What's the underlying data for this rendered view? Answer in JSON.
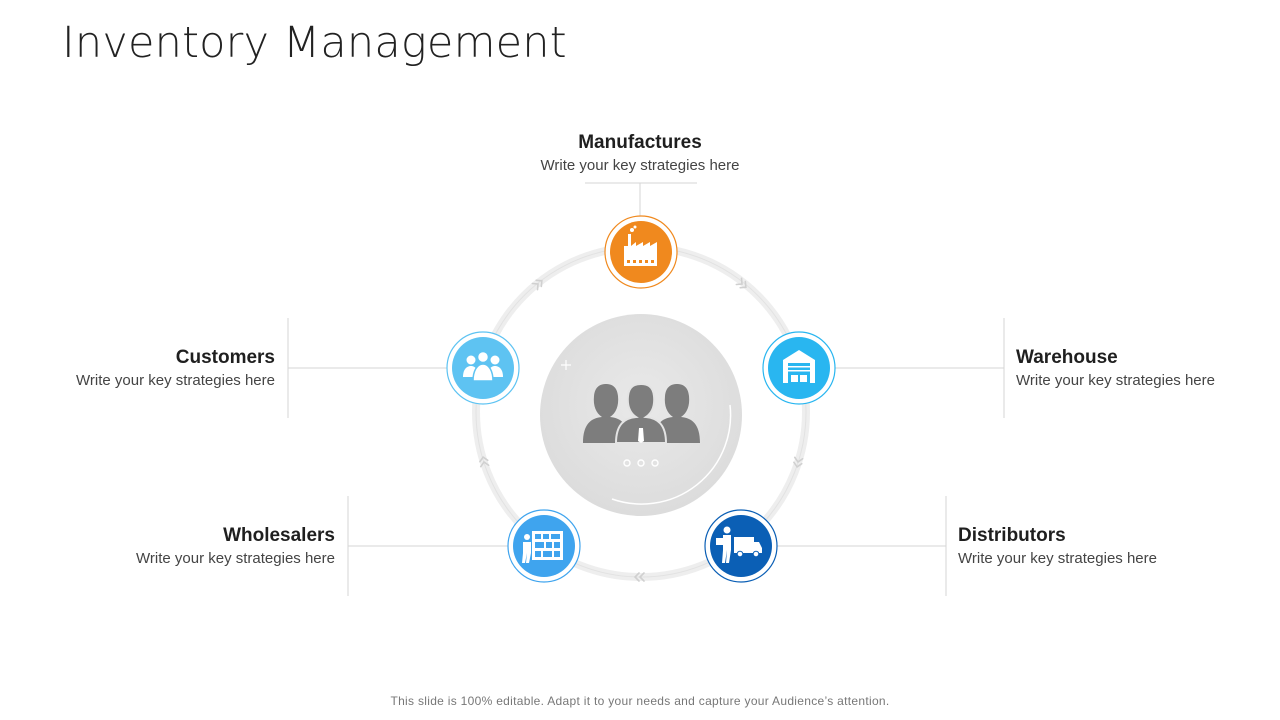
{
  "title": "Inventory Management",
  "nodes": {
    "manufactures": {
      "title": "Manufactures",
      "text": "Write your key strategies here",
      "color": "#F0891E",
      "icon": "factory-icon"
    },
    "warehouse": {
      "title": "Warehouse",
      "text": "Write your key strategies here",
      "color": "#29B6F0",
      "icon": "warehouse-icon"
    },
    "distributors": {
      "title": "Distributors",
      "text": "Write your key strategies here",
      "color": "#0B5FB5",
      "icon": "delivery-van-icon"
    },
    "wholesalers": {
      "title": "Wholesalers",
      "text": "Write your key strategies here",
      "color": "#3FA4EE",
      "icon": "wholesale-shelf-icon"
    },
    "customers": {
      "title": "Customers",
      "text": "Write your key strategies here",
      "color": "#5EC3F2",
      "icon": "people-group-icon"
    }
  },
  "center": {
    "icon": "business-team-icon"
  },
  "footer": "This slide is 100% editable. Adapt it to your needs and capture your Audience’s attention."
}
